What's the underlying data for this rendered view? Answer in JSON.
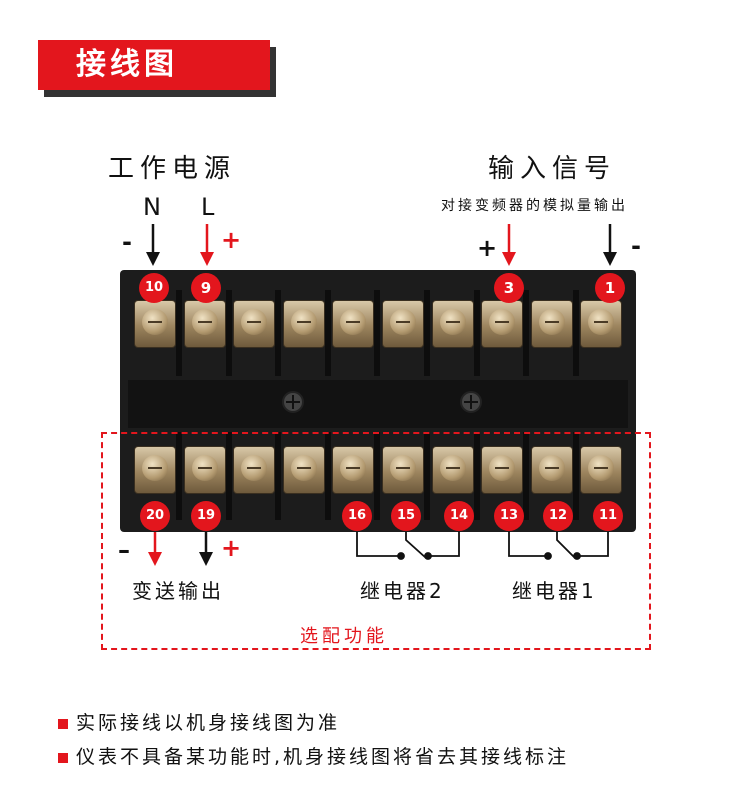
{
  "title": "接线图",
  "power": {
    "heading": "工作电源",
    "n": "N",
    "l": "L",
    "minus": "-",
    "plus": "+"
  },
  "input": {
    "heading": "输入信号",
    "sub": "对接变频器的模拟量输出",
    "plus": "+",
    "minus": "-"
  },
  "top_terminals": [
    "10",
    "9",
    "3",
    "1"
  ],
  "bottom_terminals": [
    "20",
    "19",
    "16",
    "15",
    "14",
    "13",
    "12",
    "11"
  ],
  "transmit": {
    "label": "变送输出",
    "minus": "–",
    "plus": "+"
  },
  "relay2": "继电器2",
  "relay1": "继电器1",
  "options_label": "选配功能",
  "notes": [
    "实际接线以机身接线图为准",
    "仪表不具备某功能时,机身接线图将省去其接线标注"
  ],
  "colors": {
    "accent": "#e3161d",
    "block": "#1c1c1c",
    "terminal": "#b39a70"
  },
  "icons": [
    "arrow-down-icon",
    "relay-contact-icon",
    "bullet-square-icon",
    "screw-icon"
  ]
}
